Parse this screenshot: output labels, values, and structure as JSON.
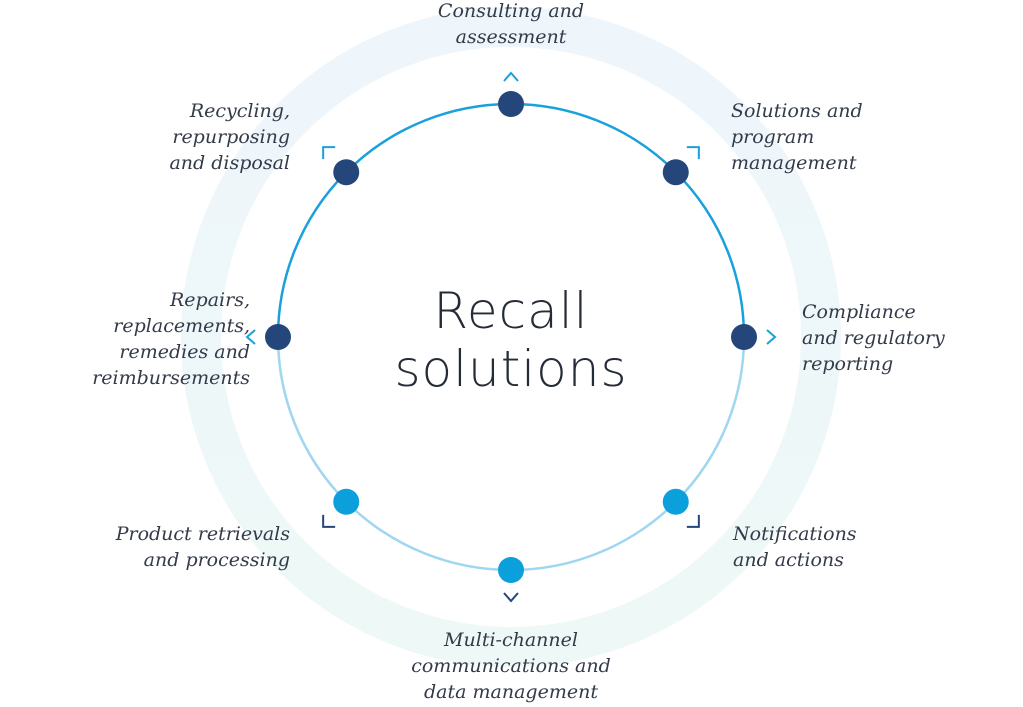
{
  "title": "Recall solutions",
  "colors": {
    "ring_top": "#eef6fc",
    "ring_bottom": "#eef8f6",
    "circle_upper": "#1aa0dc",
    "circle_lower": "#9fd6f0",
    "node_dark": "#24467a",
    "node_light": "#0ba0dc",
    "chevron_light": "#1aa0dc",
    "chevron_dark": "#24467a",
    "text": "#333b49"
  },
  "steps": [
    {
      "label": "Consulting and\nassessment",
      "node": "dark",
      "chevron": "up"
    },
    {
      "label": "Solutions and\nprogram\nmanagement",
      "node": "dark",
      "chevron": "corner-top-right"
    },
    {
      "label": "Compliance\nand regulatory\nreporting",
      "node": "dark",
      "chevron": "right"
    },
    {
      "label": "Notifications\nand actions",
      "node": "light",
      "chevron": "corner-bottom-right"
    },
    {
      "label": "Multi-channel\ncommunications and\ndata management",
      "node": "light",
      "chevron": "down"
    },
    {
      "label": "Product retrievals\nand processing",
      "node": "light",
      "chevron": "corner-bottom-left"
    },
    {
      "label": "Repairs,\nreplacements,\nremedies and\nreimbursements",
      "node": "dark",
      "chevron": "left"
    },
    {
      "label": "Recycling,\nrepurposing\nand disposal",
      "node": "dark",
      "chevron": "corner-top-left"
    }
  ]
}
